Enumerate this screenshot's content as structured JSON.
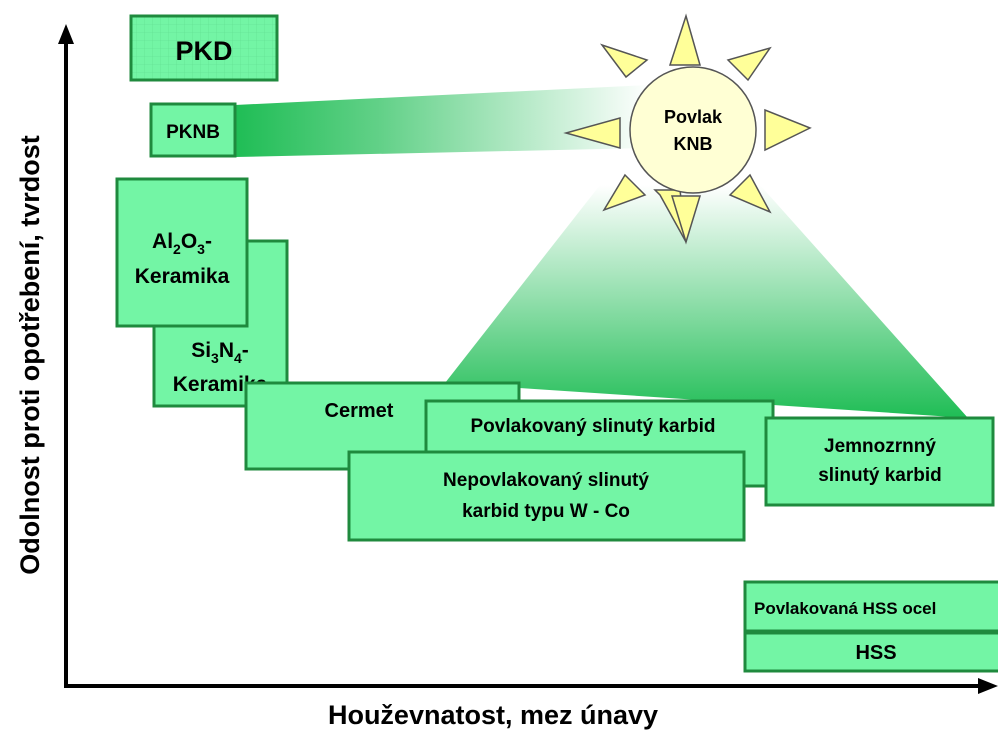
{
  "axes": {
    "x_label": "Houževnatost, mez únavy",
    "y_label": "Odolnost proti opotřebení, tvrdost"
  },
  "sun": {
    "label_line1": "Povlak",
    "label_line2": "KNB"
  },
  "materials": {
    "pkd": "PKD",
    "pknb": "PKNB",
    "al2o3": {
      "al": "Al",
      "sub2": "2",
      "o": "O",
      "sub3": "3",
      "dash": "-",
      "line2": "Keramika"
    },
    "si3n4": {
      "si": "Si",
      "sub3": "3",
      "n": "N",
      "sub4": "4",
      "dash": "-",
      "line2": "Keramika"
    },
    "cermet": "Cermet",
    "coated_carbide": "Povlakovaný slinutý karbid",
    "uncoated_carbide_line1": "Nepovlakovaný slinutý",
    "uncoated_carbide_line2": "karbid typu W - Co",
    "fine_grain_line1": "Jemnozrnný",
    "fine_grain_line2": "slinutý karbid",
    "coated_hss": "Povlakovaná HSS ocel",
    "hss": "HSS"
  },
  "colors": {
    "box_fill": "#73f5a5",
    "box_border": "#1f8a3e",
    "gradient_green": "#1fbd55",
    "sun_fill": "#ffffd4",
    "ray_fill": "#ffff99",
    "outline": "#555555"
  }
}
